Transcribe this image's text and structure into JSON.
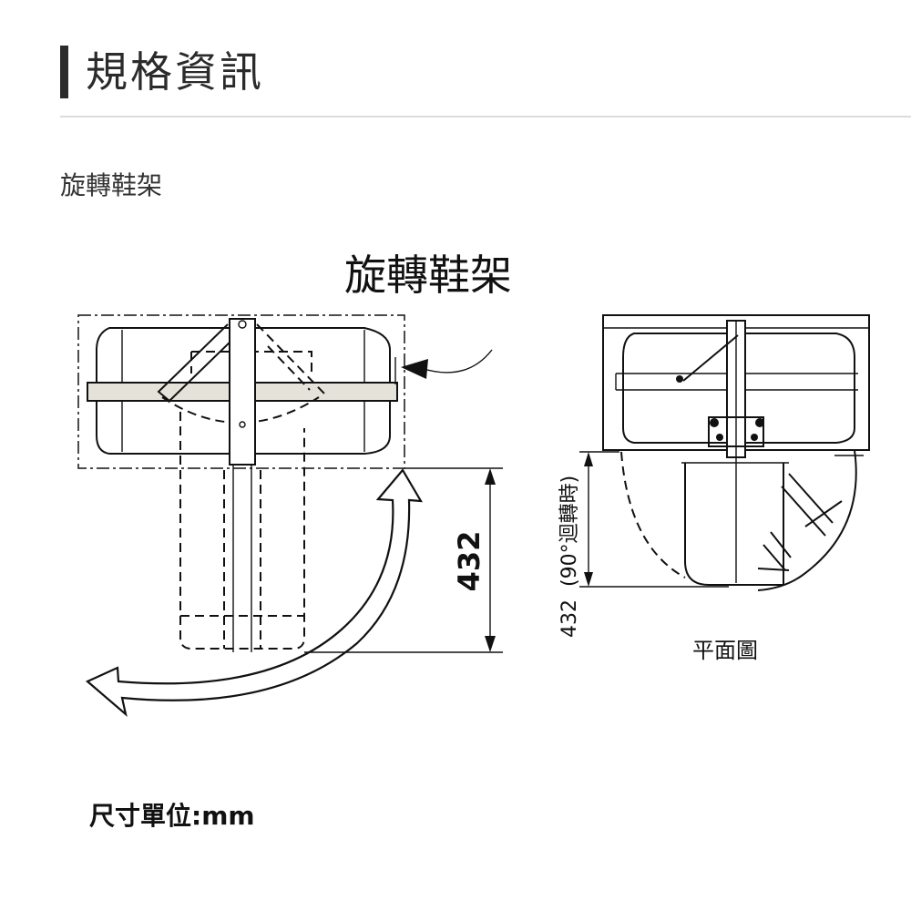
{
  "header": {
    "title": "規格資訊"
  },
  "subtitle": "旋轉鞋架",
  "diagram": {
    "title": "旋轉鞋架",
    "front_dimension": "432",
    "plan_dimension": "432",
    "rotation_note": "(90°迴轉時)",
    "plan_label": "平面圖"
  },
  "unit_note": "尺寸單位:mm"
}
